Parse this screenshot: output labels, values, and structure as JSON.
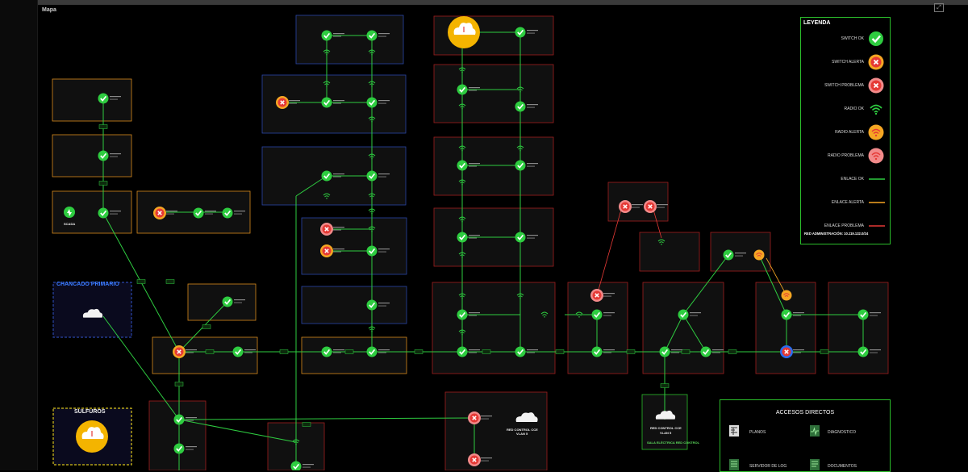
{
  "window": {
    "title": "Mapa"
  },
  "legend": {
    "title": "LEYENDA",
    "items": [
      {
        "label": "SWITCH OK",
        "kind": "switch",
        "status": "ok"
      },
      {
        "label": "SWITCH ALERTA",
        "kind": "switch",
        "status": "alerta"
      },
      {
        "label": "SWITCH PROBLEMA",
        "kind": "switch",
        "status": "problema"
      },
      {
        "label": "RADIO OK",
        "kind": "radio",
        "status": "ok"
      },
      {
        "label": "RADIO ALERTA",
        "kind": "radio",
        "status": "alerta"
      },
      {
        "label": "RADIO PROBLEMA",
        "kind": "radio",
        "status": "problema"
      },
      {
        "label": "ENLACE OK",
        "kind": "link",
        "status": "ok"
      },
      {
        "label": "ENLACE ALERTA",
        "kind": "link",
        "status": "alerta"
      },
      {
        "label": "ENLACE PROBLEMA",
        "kind": "link",
        "status": "problema"
      }
    ],
    "footer": "RED ADMINISTRACIÓN: 10.119.132.0/24"
  },
  "accesos": {
    "title": "ACCESOS DIRECTOS",
    "items": [
      {
        "label": "PLANOS",
        "icon": "blueprint-icon"
      },
      {
        "label": "DIAGNOSTICO",
        "icon": "diagnostic-icon"
      },
      {
        "label": "SERVIDOR DE LOG",
        "icon": "server-log-icon"
      },
      {
        "label": "DOCUMENTOS",
        "icon": "documents-icon"
      }
    ]
  },
  "areas": {
    "chancado": "CHANCADO PRIMARIO",
    "sulfuros": "SULFUROS",
    "red_control": "RED CONTROL CCE",
    "red_control_sub": "VLAN 5",
    "red_control_caption": "SALA ELÉCTRICA RED CONTROL",
    "red_control_right": "RED CONTROL CCE",
    "red_control_right_sub": "VLAN 5",
    "scada": "SCADA"
  },
  "colors": {
    "ok": "#2ecc40",
    "alerta": "#f5a623",
    "problema": "#e53935",
    "frame_orange": "#d98a1c",
    "frame_blue": "#2a45a8",
    "frame_red": "#a11d1d",
    "frame_green": "#2bbd2b"
  }
}
